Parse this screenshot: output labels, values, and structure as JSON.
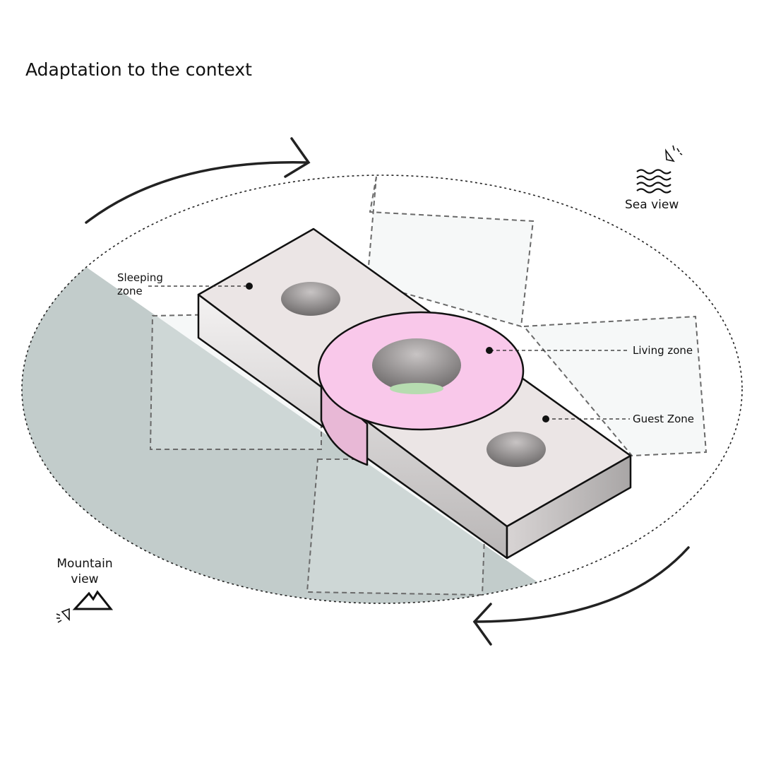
{
  "title": "Adaptation to the context",
  "labels": {
    "sleeping_1": "Sleeping",
    "sleeping_2": "zone",
    "living": "Living zone",
    "guest": "Guest Zone",
    "sea": "Sea view",
    "mountain_1": "Mountain",
    "mountain_2": "view"
  },
  "colors": {
    "ring": "#f9c8ea",
    "box_top": "#ebe5e5",
    "shadow": "#c2cccb",
    "courtyard": "#b6dcb0"
  }
}
